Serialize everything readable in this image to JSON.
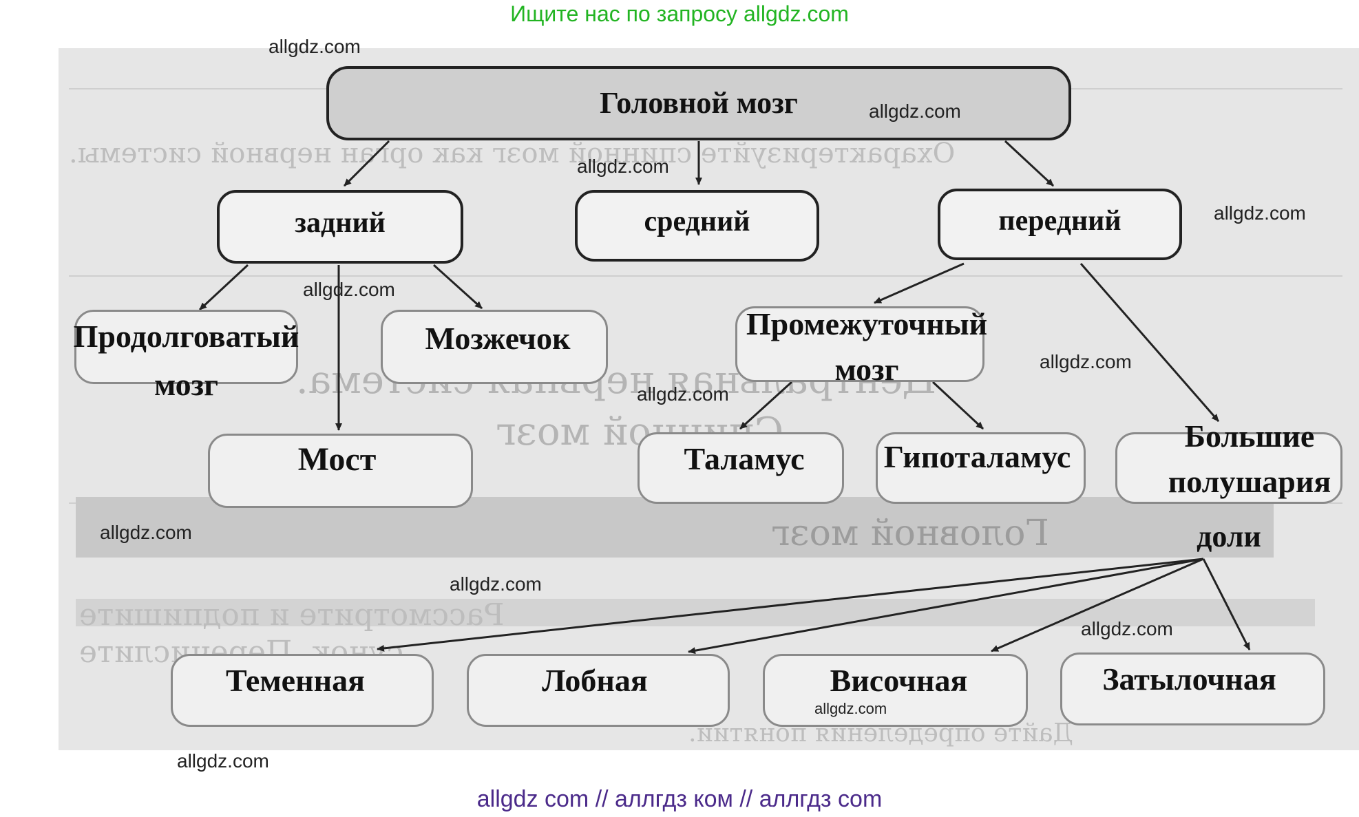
{
  "banner_top": "Ищите нас по запросу allgdz.com",
  "banner_bottom": "allgdz com  //  аллгдз ком  //  аллгдз com",
  "nodes": {
    "root": "Головной мозг",
    "hind": "задний",
    "mid": "средний",
    "fore": "передний",
    "medulla_1": "Продолговатый",
    "medulla_2": "мозг",
    "cerebellum": "Мозжечок",
    "pons": "Мост",
    "diencephalon_1": "Промежуточный",
    "diencephalon_2": "мозг",
    "thalamus": "Таламус",
    "hypothalamus": "Гипоталамус",
    "hemispheres_1": "Большие",
    "hemispheres_2": "полушария",
    "lobes": "доли",
    "parietal": "Теменная",
    "frontal": "Лобная",
    "temporal": "Височная",
    "occipital": "Затылочная"
  },
  "watermark": "allgdz.com",
  "background_text": {
    "line1": "Охарактеризуйте спинной мозг как орган нервной системы.",
    "line2": "Центральная нервная система.",
    "line3": "Спинной мозг",
    "line4": "Головной мозг",
    "line5": "Рассмотрите и подпишите",
    "line6": "сунок. Перечислите",
    "line7": "Дайте определения понятий."
  },
  "colors": {
    "banner_top": "#22b422",
    "banner_bottom": "#4b2a8a",
    "root_fill": "#cfcfcf",
    "scan_bg": "#e6e6e6"
  }
}
